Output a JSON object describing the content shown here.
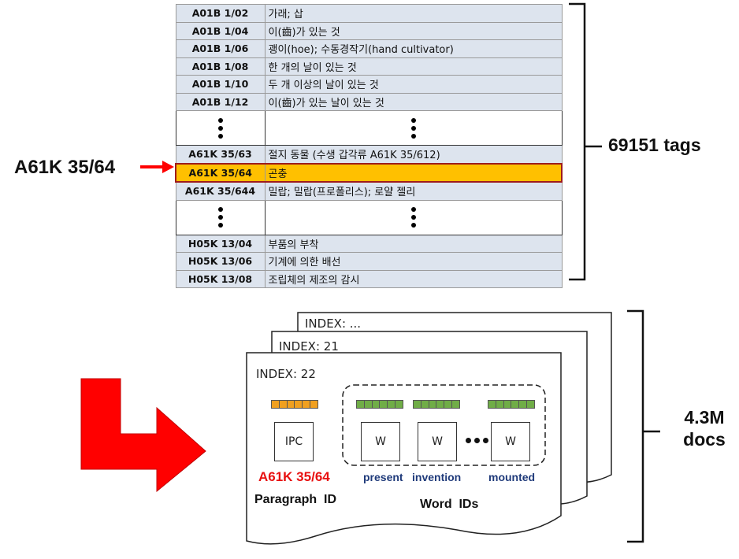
{
  "tag_table": {
    "rows_top": [
      {
        "code": "A01B 1/02",
        "desc": "가래; 삽"
      },
      {
        "code": "A01B 1/04",
        "desc": "이(齒)가 있는 것"
      },
      {
        "code": "A01B 1/06",
        "desc": "괭이(hoe); 수동경작기(hand cultivator)"
      },
      {
        "code": "A01B 1/08",
        "desc": "한 개의 날이 있는 것"
      },
      {
        "code": "A01B 1/10",
        "desc": "두 개 이상의 날이 있는 것"
      },
      {
        "code": "A01B 1/12",
        "desc": "이(齒)가 있는 날이 있는 것"
      }
    ],
    "rows_mid": [
      {
        "code": "A61K 35/63",
        "desc": "절지 동물 (수생 갑각류 A61K 35/612)"
      },
      {
        "code": "A61K 35/64",
        "desc": "곤충",
        "highlight": true
      },
      {
        "code": "A61K 35/644",
        "desc": "밀랍; 밀랍(프로폴리스); 로얄 젤리"
      }
    ],
    "rows_bottom": [
      {
        "code": "H05K 13/04",
        "desc": "부품의 부착"
      },
      {
        "code": "H05K 13/06",
        "desc": "기계에 의한 배선"
      },
      {
        "code": "H05K 13/08",
        "desc": "조립체의 제조의 감시"
      }
    ],
    "total_label": "69151 tags",
    "pointer_label": "A61K 35/64"
  },
  "documents": {
    "back_index": "INDEX: ...",
    "middle_index": "INDEX: 21",
    "front_index": "INDEX: 22",
    "ipc_box": "IPC",
    "word_box": "W",
    "ipc_value": "A61K 35/64",
    "paragraph_id_label": "Paragraph  ID",
    "word_ids_label": "Word  IDs",
    "words": [
      "present",
      "invention",
      "mounted"
    ],
    "total_label_line1": "4.3M",
    "total_label_line2": "docs"
  },
  "colors": {
    "highlight": "#ffc000",
    "highlight_border": "#9e1c1c",
    "arrow": "#ff0000",
    "ipc_value": "#e81010",
    "word_label": "#1f3a7a",
    "orange_bar": "#f0a020",
    "green_bar": "#70ad47"
  }
}
